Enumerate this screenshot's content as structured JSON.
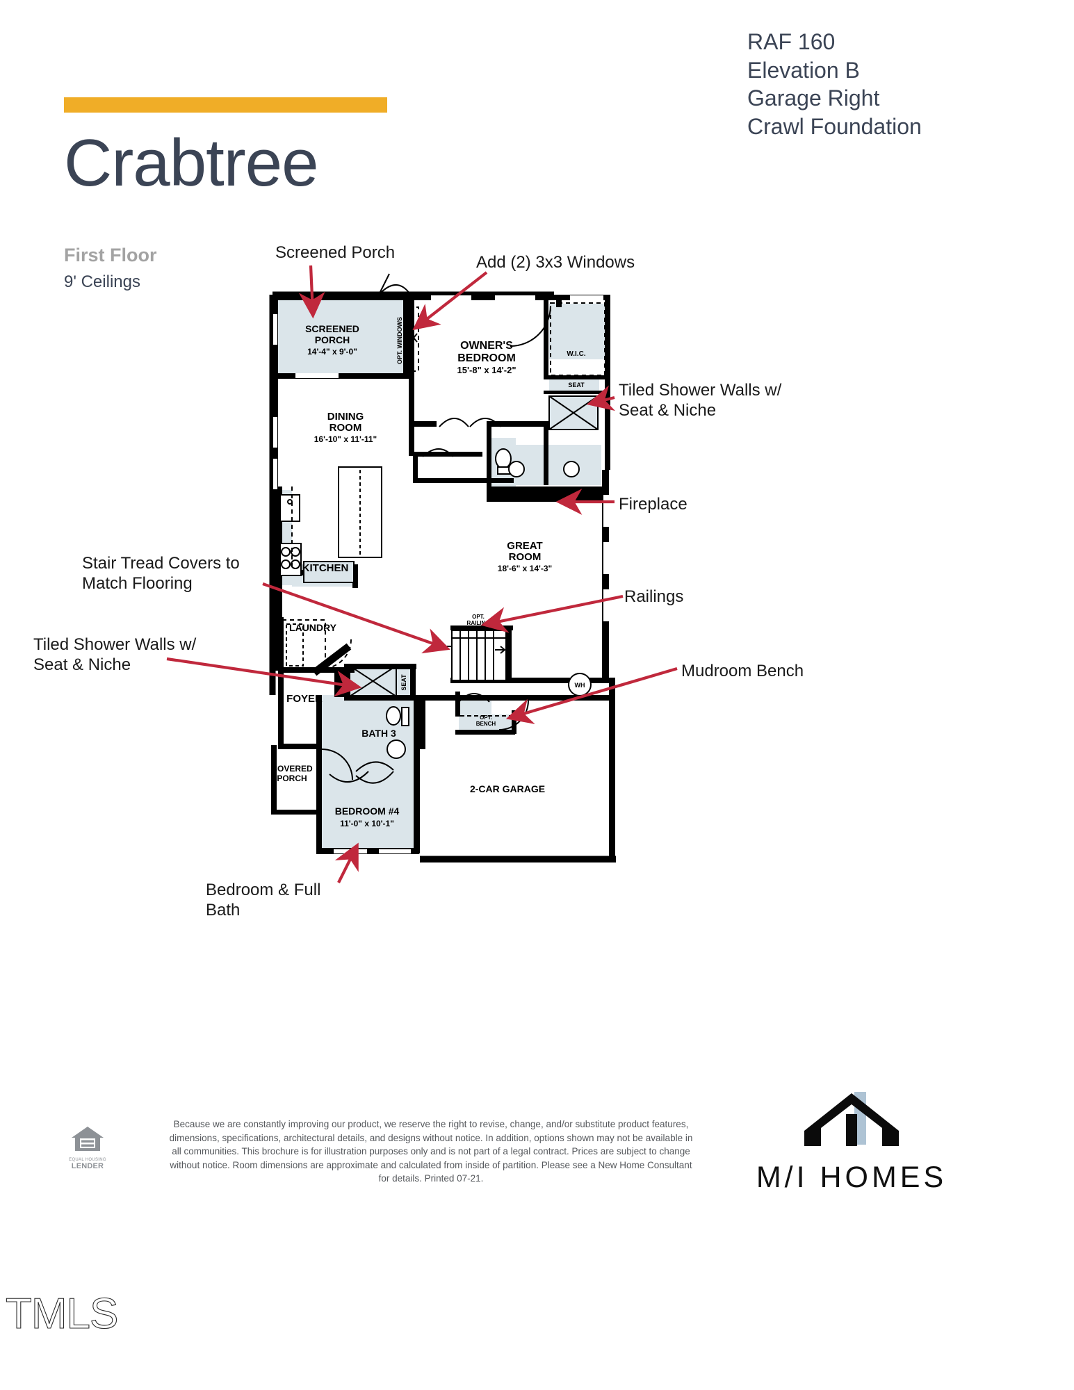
{
  "header": {
    "plan_name": "Crabtree",
    "accent_color": "#f0ad27",
    "title_color": "#3b4455",
    "spec_lines": [
      "RAF 160",
      "Elevation B",
      "Garage Right",
      "Crawl Foundation"
    ],
    "floor_label": "First Floor",
    "ceiling_label": "9' Ceilings"
  },
  "callouts": [
    {
      "id": "screened-porch",
      "text": "Screened Porch"
    },
    {
      "id": "add-windows",
      "text": "Add (2) 3x3 Windows"
    },
    {
      "id": "tiled-shower-right",
      "text": "Tiled Shower Walls w/\nSeat & Niche"
    },
    {
      "id": "fireplace",
      "text": "Fireplace"
    },
    {
      "id": "railings",
      "text": "Railings"
    },
    {
      "id": "mudroom-bench",
      "text": "Mudroom Bench"
    },
    {
      "id": "stair-tread-covers",
      "text": "Stair Tread Covers to\nMatch Flooring"
    },
    {
      "id": "tiled-shower-left",
      "text": "Tiled Shower Walls w/\nSeat & Niche"
    },
    {
      "id": "bedroom-full-bath",
      "text": "Bedroom & Full\nBath"
    }
  ],
  "floorplan": {
    "fill_color": "#dbe5ea",
    "wall_color": "#000000",
    "arrow_color": "#c0283c",
    "rooms": [
      {
        "id": "screened-porch",
        "name": "SCREENED\nPORCH",
        "dimensions": "14'-4\" x 9'-0\""
      },
      {
        "id": "owners-bedroom",
        "name": "OWNER'S\nBEDROOM",
        "dimensions": "15'-8\" x 14'-2\""
      },
      {
        "id": "dining-room",
        "name": "DINING\nROOM",
        "dimensions": "16'-10\" x 11'-11\""
      },
      {
        "id": "great-room",
        "name": "GREAT\nROOM",
        "dimensions": "18'-6\" x 14'-3\""
      },
      {
        "id": "kitchen",
        "name": "KITCHEN",
        "dimensions": ""
      },
      {
        "id": "laundry",
        "name": "LAUNDRY",
        "dimensions": ""
      },
      {
        "id": "foyer",
        "name": "FOYER",
        "dimensions": ""
      },
      {
        "id": "bath-3",
        "name": "BATH 3",
        "dimensions": ""
      },
      {
        "id": "covered-porch",
        "name": "COVERED\nPORCH",
        "dimensions": ""
      },
      {
        "id": "bedroom-4",
        "name": "BEDROOM #4",
        "dimensions": "11'-0\" x 10'-1\""
      },
      {
        "id": "two-car-garage",
        "name": "2-CAR GARAGE",
        "dimensions": ""
      }
    ],
    "small_labels": [
      {
        "id": "wic",
        "text": "W.I.C."
      },
      {
        "id": "seat-owner",
        "text": "SEAT"
      },
      {
        "id": "opt-windows",
        "text": "OPT. WINDOWS"
      },
      {
        "id": "opt-railing",
        "text": "OPT.\nRAILING"
      },
      {
        "id": "up-arrow",
        "text": "UP"
      },
      {
        "id": "seat-bath3",
        "text": "SEAT"
      },
      {
        "id": "opt-bench",
        "text": "OPT.\nBENCH"
      },
      {
        "id": "water-heater",
        "text": "WH"
      }
    ]
  },
  "footer": {
    "disclaimer": "Because we are constantly improving our product, we reserve the right to revise, change, and/or substitute product features, dimensions, specifications, architectural details, and designs without notice. In addition, options shown may not be available in all communities. This brochure is for illustration purposes only and is not part of a legal contract. Prices are subject to change without notice. Room dimensions are approximate and calculated from inside of partition. Please see a New Home Consultant for details. Printed 07-21.",
    "equal_housing_line1": "EQUAL HOUSING",
    "equal_housing_line2": "LENDER",
    "brand_name": "M/I HOMES",
    "watermark": "TMLS"
  }
}
